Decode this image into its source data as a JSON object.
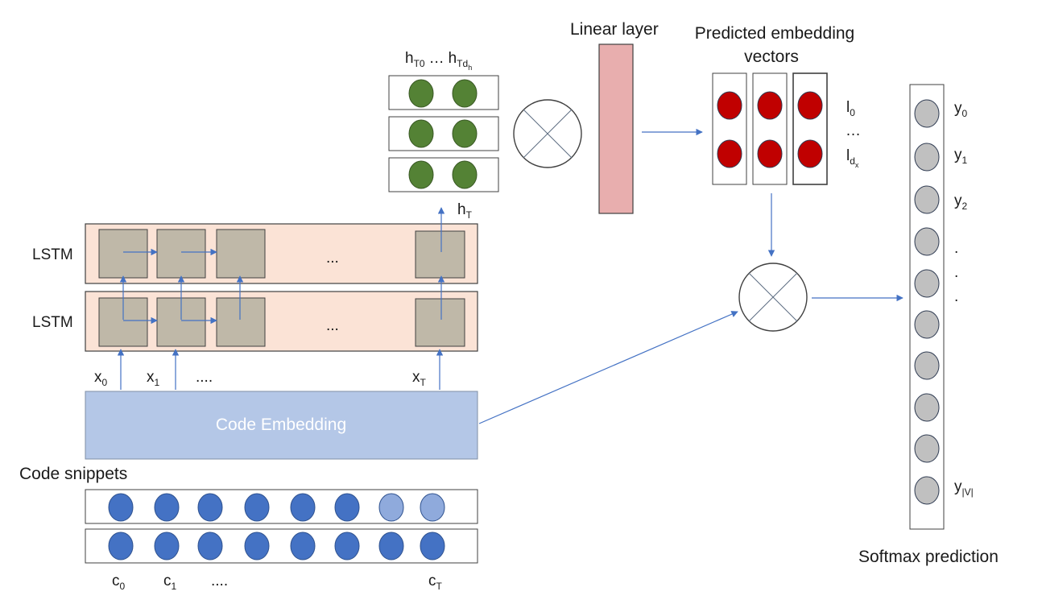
{
  "diagram": {
    "lstm_label": "LSTM",
    "lstm_ellipsis": "...",
    "inputs": {
      "x0": {
        "base": "x",
        "sub": "0"
      },
      "x1": {
        "base": "x",
        "sub": "1"
      },
      "dots": "....",
      "xT": {
        "base": "x",
        "sub": "T"
      }
    },
    "embedding_label": "Code Embedding",
    "code_snippets_title": "Code snippets",
    "code_labels": {
      "c0": {
        "base": "c",
        "sub": "0"
      },
      "c1": {
        "base": "c",
        "sub": "1"
      },
      "dots": "....",
      "cT": {
        "base": "c",
        "sub": "T"
      }
    },
    "hT": {
      "base": "h",
      "sub": "T"
    },
    "hidden_header": {
      "h0": "h",
      "h0_sub": "T0",
      "dots": "…",
      "hd": "h",
      "hd_sub": "Td",
      "hd_subsub": "h"
    },
    "linear_layer_title": "Linear layer",
    "predicted_title_line1": "Predicted embedding",
    "predicted_title_line2": "vectors",
    "pred_labels": {
      "l0": "l",
      "l0_sub": "0",
      "dots": "…",
      "ld": "l",
      "ld_sub": "d",
      "ld_subsub": "x"
    },
    "outputs": {
      "y0": {
        "base": "y",
        "sub": "0"
      },
      "y1": {
        "base": "y",
        "sub": "1"
      },
      "y2": {
        "base": "y",
        "sub": "2"
      },
      "dot1": ".",
      "dot2": ".",
      "dot3": ".",
      "yV": {
        "base": "y",
        "sub": "|V|"
      }
    },
    "softmax_title": "Softmax prediction"
  },
  "colors": {
    "lstm_bg": "#fbe3d6",
    "cell": "#bfb8a8",
    "embedding": "#b4c7e7",
    "code_dark": "#4472c4",
    "code_light": "#8faadc",
    "hidden": "#548235",
    "pred": "#c00000",
    "linear": "#e8aeae",
    "softmax": "#c0c0c0",
    "arrow": "#4472c4"
  }
}
